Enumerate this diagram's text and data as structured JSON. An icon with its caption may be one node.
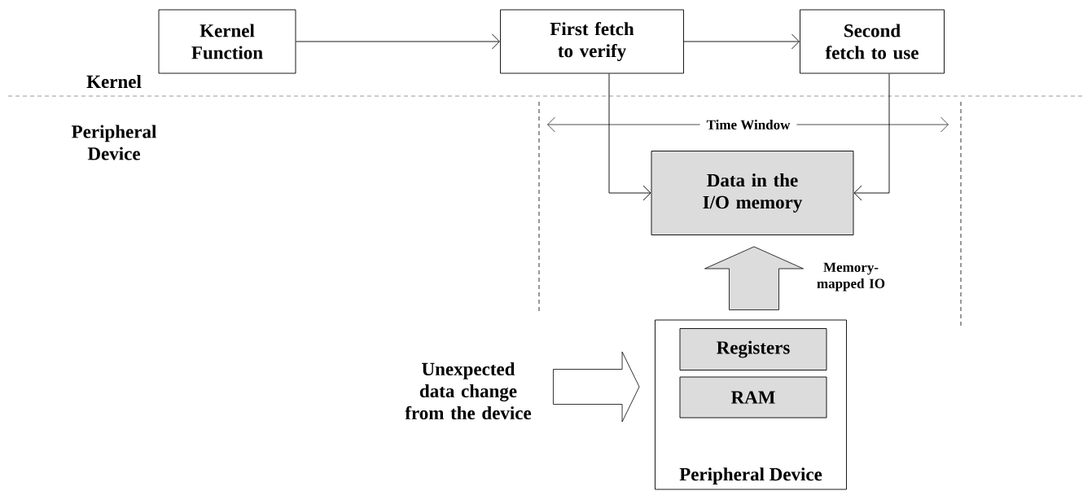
{
  "diagram": {
    "nodes": [
      {
        "text": [
          "Kernel Function"
        ]
      },
      {
        "text": [
          "First fetch to verify"
        ]
      },
      {
        "text": [
          "Second fetch to use"
        ]
      },
      {
        "text": [
          "Data in the I/O memory"
        ]
      },
      {
        "text": [
          "Peripheral Device"
        ]
      },
      {
        "text": [
          "Registers"
        ],
        "in": 4
      },
      {
        "text": [
          "RAM"
        ],
        "in": 4
      },
      {
        "text": [
          "Unexpected data change from the device"
        ]
      }
    ],
    "edges": [
      {
        "from": 0,
        "to": 1,
        "arrow": "to"
      },
      {
        "from": 1,
        "to": 2,
        "arrow": "to"
      },
      {
        "from": 1,
        "to": 3,
        "arrow": "to"
      },
      {
        "from": 2,
        "to": 3,
        "arrow": "to"
      },
      {
        "from": 4,
        "to": 3,
        "arrow": "to",
        "label": "Memory-mapped IO"
      },
      {
        "from": 7,
        "to": 4,
        "arrow": "to"
      }
    ],
    "labels": [
      "Kernel",
      "Peripheral Device",
      "Time Window"
    ]
  }
}
